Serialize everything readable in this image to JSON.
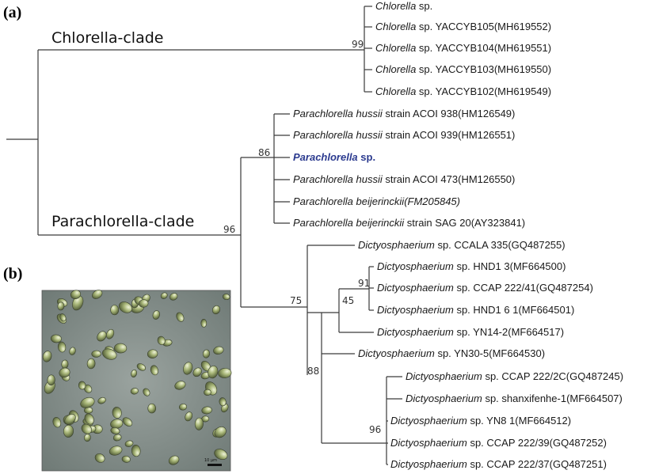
{
  "panels": {
    "a": "(a)",
    "b": "(b)"
  },
  "clades": {
    "chlorella": "Chlorella-clade",
    "parachlorella": "Parachlorella-clade"
  },
  "bootstrap": {
    "chlorella": "99",
    "parachlorella_root": "96",
    "parachlorella_group": "86",
    "dictyo_main": "75",
    "dictyo_sub": "45",
    "dictyo_hnd": "91",
    "dictyo_lower": "88",
    "dictyo_ccap": "96"
  },
  "taxa": [
    {
      "genus": "Chlorella",
      "rest": " sp."
    },
    {
      "genus": "Chlorella",
      "rest": " sp. YACCYB105(MH619552)"
    },
    {
      "genus": "Chlorella",
      "rest": " sp. YACCYB104(MH619551)"
    },
    {
      "genus": "Chlorella",
      "rest": " sp. YACCYB103(MH619550)"
    },
    {
      "genus": "Chlorella",
      "rest": " sp. YACCYB102(MH619549)"
    },
    {
      "genus": "Parachlorella hussii",
      "rest": " strain ACOI 938(HM126549)"
    },
    {
      "genus": "Parachlorella hussii",
      "rest": " strain ACOI 939(HM126551)"
    },
    {
      "genus": "Parachlorella",
      "rest": " sp."
    },
    {
      "genus": "Parachlorella hussii",
      "rest": " strain ACOI 473(HM126550)"
    },
    {
      "genus": "Parachlorella beijerinckii",
      "rest": "(FM205845)"
    },
    {
      "genus": "Parachlorella beijerinckii",
      "rest": " strain SAG 20(AY323841)"
    },
    {
      "genus": "Dictyosphaerium",
      "rest": " sp. CCALA 335(GQ487255)"
    },
    {
      "genus": "Dictyosphaerium",
      "rest": " sp. HND1 3(MF664500)"
    },
    {
      "genus": "Dictyosphaerium",
      "rest": " sp. CCAP 222/41(GQ487254)"
    },
    {
      "genus": "Dictyosphaerium",
      "rest": " sp. HND1 6 1(MF664501)"
    },
    {
      "genus": "Dictyosphaerium",
      "rest": " sp. YN14-2(MF664517)"
    },
    {
      "genus": "Dictyosphaerium",
      "rest": " sp. YN30-5(MF664530)"
    },
    {
      "genus": "Dictyosphaerium",
      "rest": " sp. CCAP 222/2C(GQ487245)"
    },
    {
      "genus": "Dictyosphaerium",
      "rest": " sp. shanxifenhe-1(MF664507)"
    },
    {
      "genus": "Dictyosphaerium",
      "rest": " sp. YN8 1(MF664512)"
    },
    {
      "genus": "Dictyosphaerium",
      "rest": " sp. CCAP 222/39(GQ487252)"
    },
    {
      "genus": "Dictyosphaerium",
      "rest": " sp. CCAP 222/37(GQ487251)"
    }
  ],
  "micrograph": {
    "scale_bar": "10 μm"
  },
  "colors": {
    "highlight": "#2b3a8f",
    "branch": "#3a3a3a",
    "micro_bg": "#8a9490"
  }
}
